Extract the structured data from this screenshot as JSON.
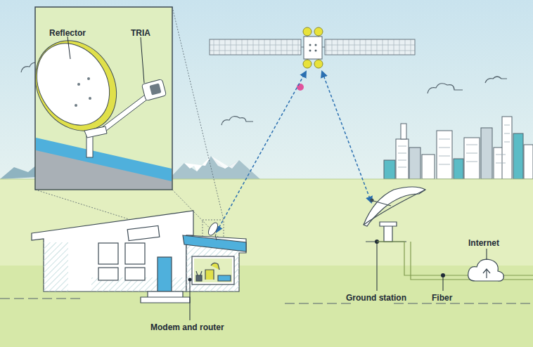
{
  "diagram": {
    "labels": [
      "Reflector",
      "TRIA",
      "Internet",
      "Ground station",
      "Fiber",
      "Modem and router"
    ]
  }
}
